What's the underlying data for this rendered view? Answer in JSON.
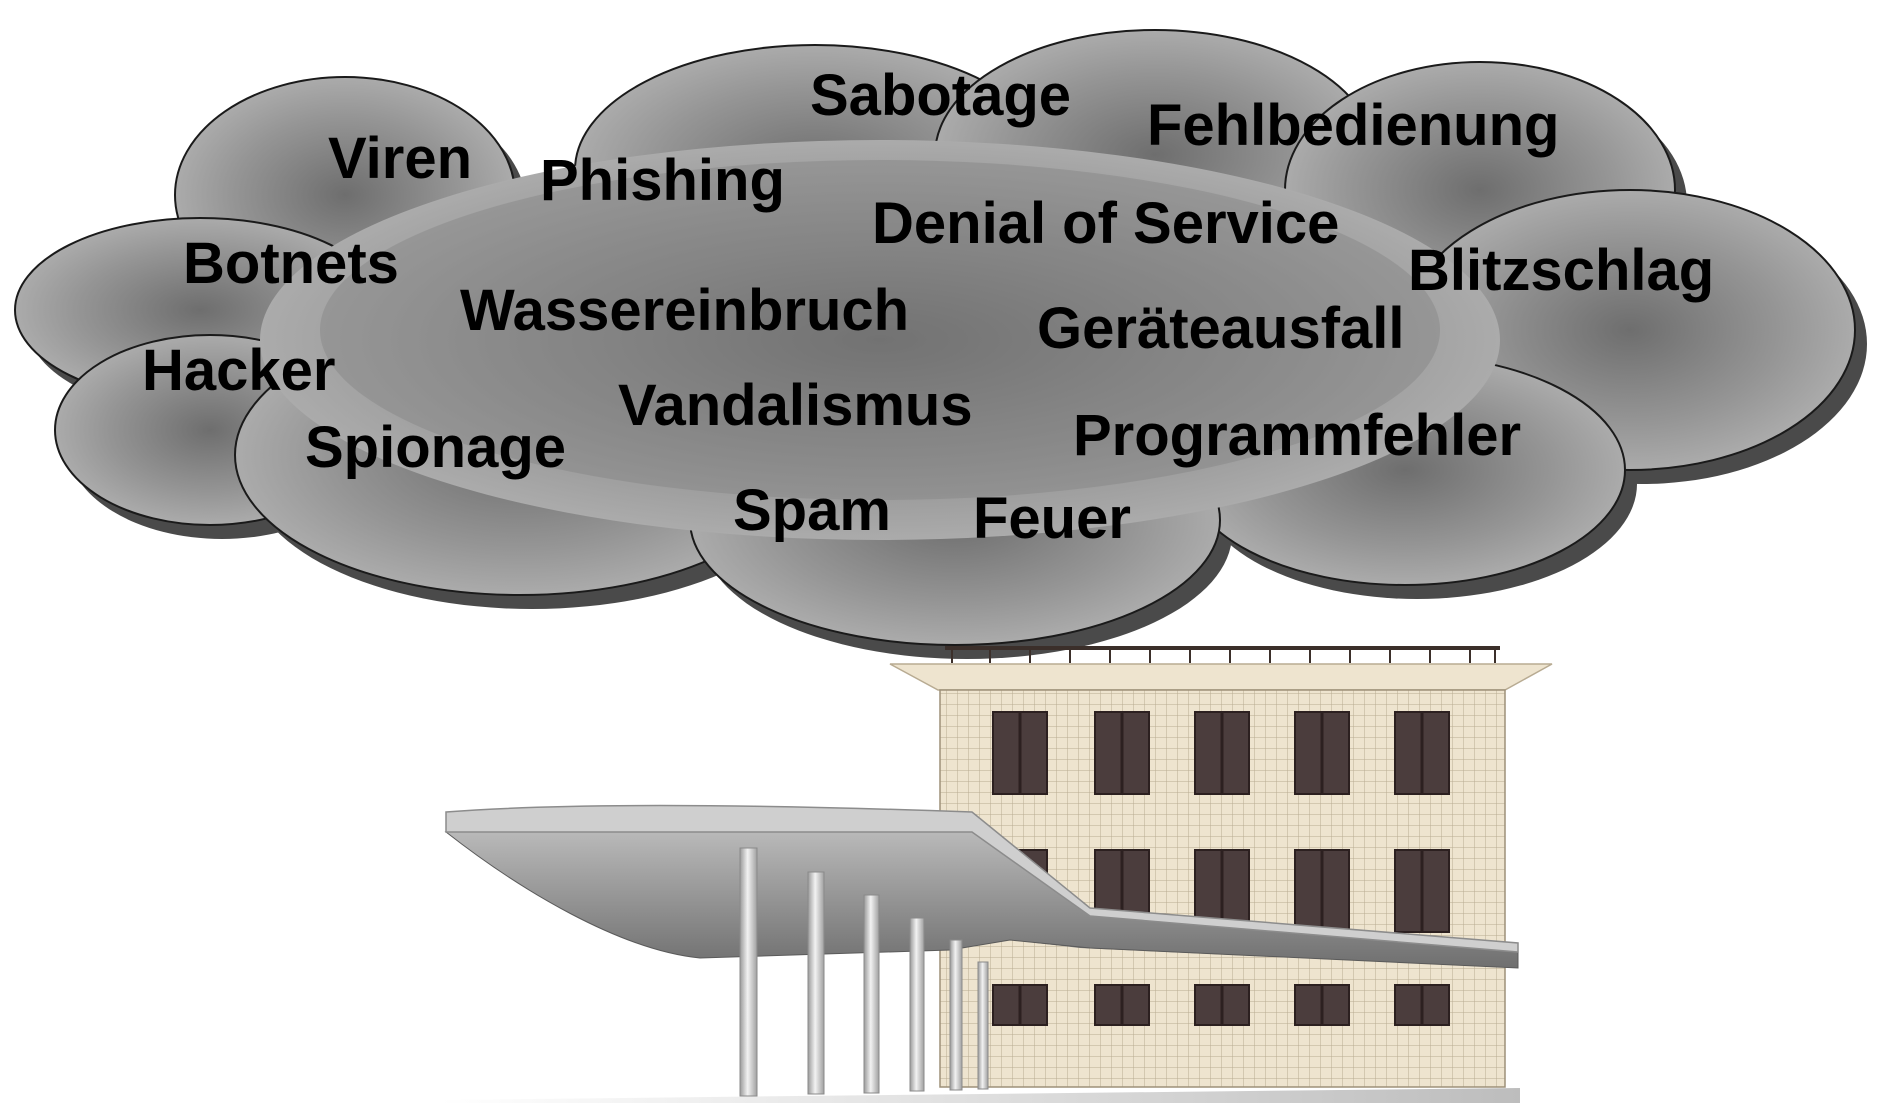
{
  "threats": [
    "Sabotage",
    "Fehlbedienung",
    "Viren",
    "Phishing",
    "Denial of Service",
    "Botnets",
    "Blitzschlag",
    "Wassereinbruch",
    "Geräteausfall",
    "Hacker",
    "Vandalismus",
    "Spionage",
    "Programmfehler",
    "Spam",
    "Feuer"
  ],
  "colors": {
    "cloud_center": "#6e6e6e",
    "cloud_edge": "#b4b4b4",
    "cloud_shadow": "#4a4a4a",
    "facade": "#eee4cf",
    "facade_grid": "#b8ab92",
    "window": "#4b3d3d",
    "canopy_top": "#cfcfcf",
    "canopy_under": "#8a8a8a",
    "pillar": "#c8c8c8"
  },
  "icons": {
    "cloud": "threat-cloud",
    "building": "office-building"
  }
}
